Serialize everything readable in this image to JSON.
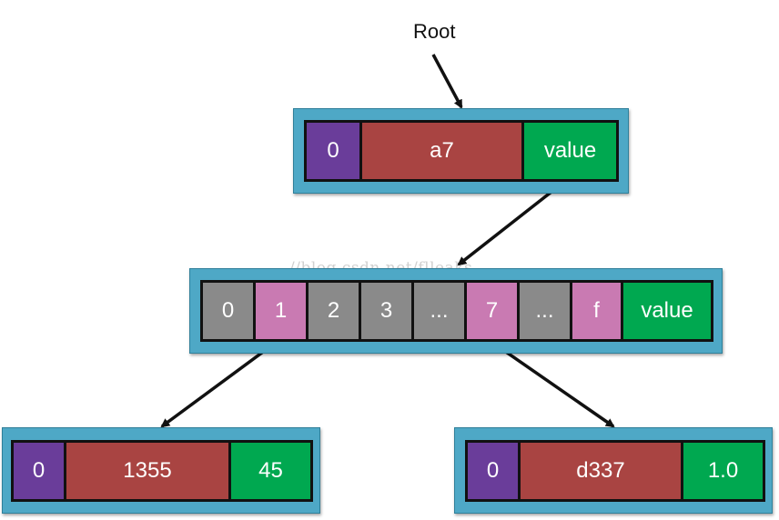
{
  "root_label": "Root",
  "watermark": "//blog.csdn.net/flleaks",
  "colors": {
    "frame": "#4ea8c6",
    "prefix_cell": "#6a3d9a",
    "key_cell": "#a94442",
    "value_cell": "#00a850",
    "empty_slot": "#8a8a8a",
    "used_slot": "#c97ab2"
  },
  "nodes": {
    "top": {
      "flag": "0",
      "key": "a7",
      "value": "value"
    },
    "branch": {
      "slots": [
        "0",
        "1",
        "2",
        "3",
        "...",
        "7",
        "...",
        "f"
      ],
      "value": "value"
    },
    "left_leaf": {
      "flag": "0",
      "key": "1355",
      "value": "45"
    },
    "right_leaf": {
      "flag": "0",
      "key": "d337",
      "value": "1.0"
    }
  }
}
